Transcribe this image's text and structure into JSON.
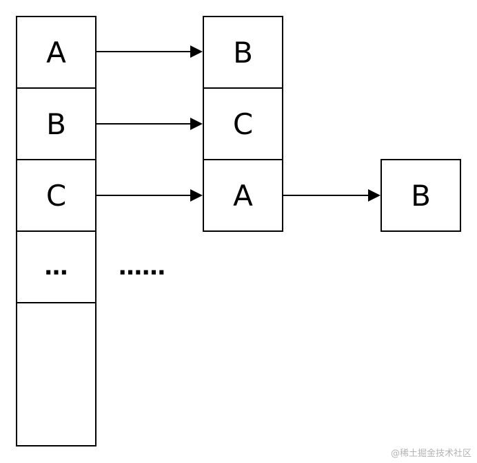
{
  "array": {
    "cells": [
      "A",
      "B",
      "C",
      "…",
      ""
    ]
  },
  "chain_row1": [
    "B"
  ],
  "chain_row2": [
    "C"
  ],
  "chain_row3": [
    "A",
    "B"
  ],
  "middle_ellipsis": "……",
  "watermark": "@稀土掘金技术社区"
}
